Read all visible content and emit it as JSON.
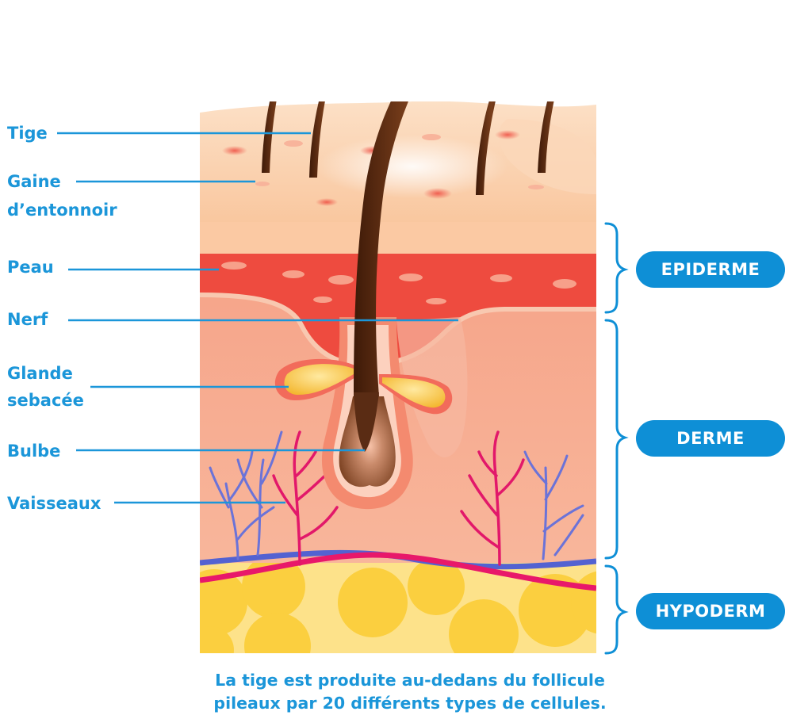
{
  "labels": {
    "tige": "Tige",
    "gaine_line1": "Gaine",
    "gaine_line2": "d’entonnoir",
    "peau": "Peau",
    "nerf": "Nerf",
    "glande_line1": "Glande",
    "glande_line2": "sebacée",
    "bulbe": "Bulbe",
    "vaisseaux": "Vaisseaux"
  },
  "layers": {
    "epiderme": "EPIDERME",
    "derme": "DERME",
    "hypoderm": "HYPODERM"
  },
  "caption": {
    "line1": "La tige est produite au-dedans du follicule",
    "line2": "pileaux par 20 différents types de cellules."
  },
  "colors": {
    "label_blue": "#1b96d9",
    "pill_blue": "#0e8fd6",
    "skin_surface": "#fbd3b1",
    "epidermis_red": "#ee4b3f",
    "dermis": "#f7a98f",
    "fat_yellow": "#fbd247",
    "hair_brown": "#5a2c14"
  }
}
